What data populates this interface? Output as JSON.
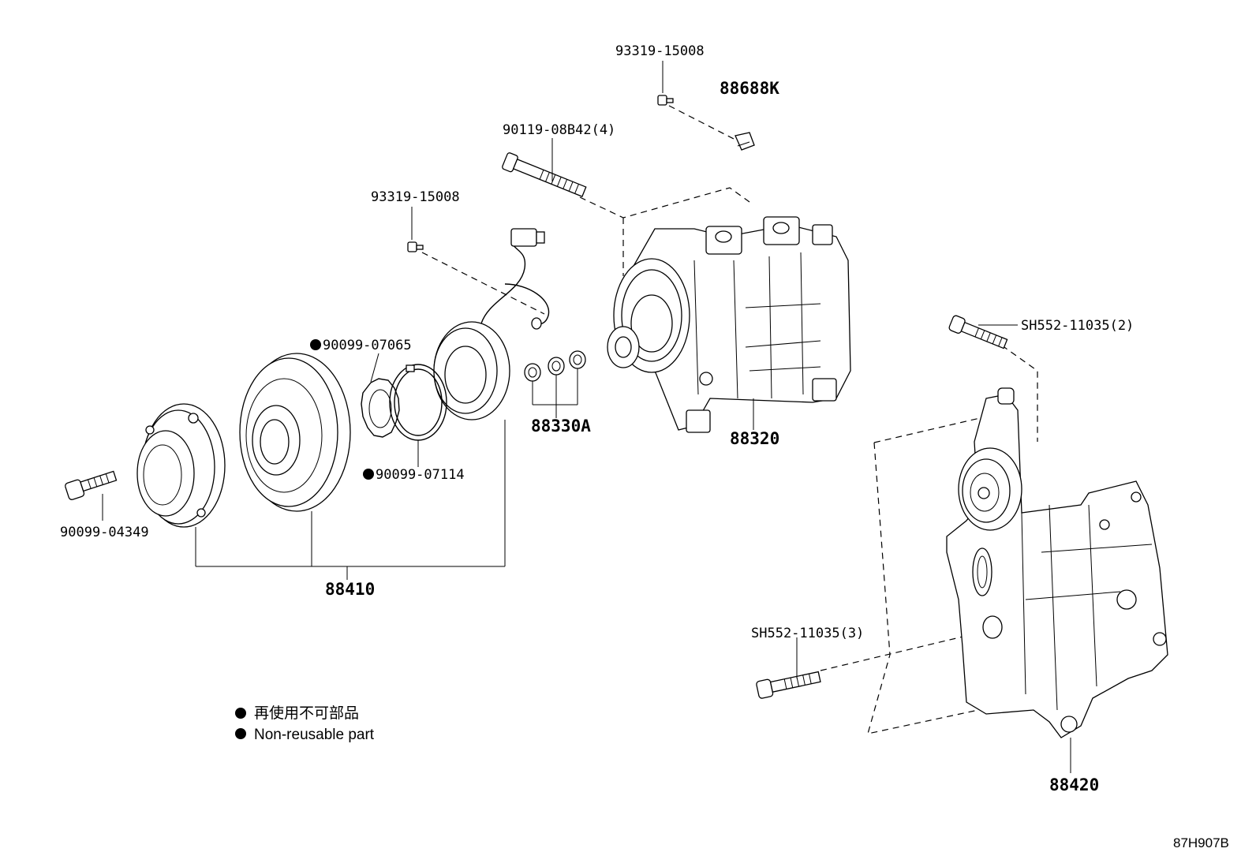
{
  "labels": {
    "bolt_top": "93319-15008",
    "clip_top": "88688K",
    "long_bolt": "90119-08B42(4)",
    "bolt_mid": "93319-15008",
    "ring_a": "90099-07065",
    "ring_b": "90099-07114",
    "shims": "88330A",
    "compressor": "88320",
    "hub_bolt": "90099-04349",
    "clutch_assy": "88410",
    "bracket_bolt_top": "SH552-11035(2)",
    "bracket_bolt_low": "SH552-11035(3)",
    "bracket": "88420"
  },
  "legend": {
    "line_jp": "再使用不可部品",
    "line_en": "Non-reusable part"
  },
  "diagram_id": "87H907B"
}
